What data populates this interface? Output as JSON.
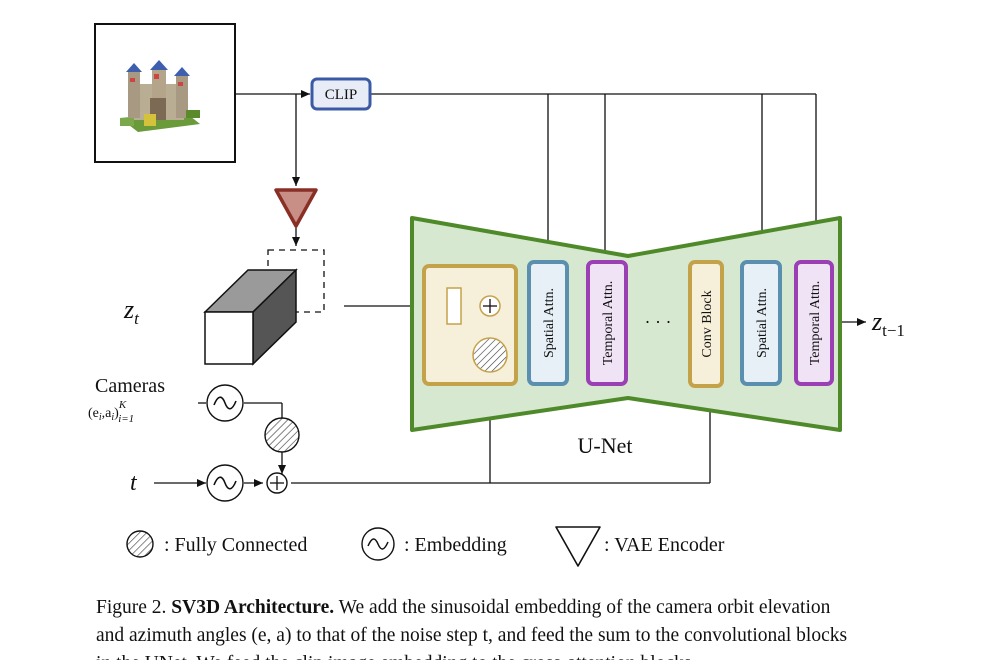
{
  "labels": {
    "clip": "CLIP",
    "z_t": "z",
    "z_t_sub": "t",
    "z_out": "z",
    "z_out_sub": "t−1",
    "cameras": "Cameras",
    "cameras_formula_main": "(e",
    "cameras_formula_i1": "i",
    "cameras_formula_mid": ",a",
    "cameras_formula_i2": "i",
    "cameras_formula_close": ")",
    "cameras_formula_sup": "K",
    "cameras_formula_sub": "i=1",
    "t": "t",
    "unet": "U-Net",
    "spatial_attn": "Spatial Attn.",
    "temporal_attn": "Temporal Attn.",
    "conv_block": "Conv Block",
    "ellipsis": "· · ·"
  },
  "legend": {
    "fully_connected": ": Fully Connected",
    "embedding": ": Embedding",
    "vae_encoder": ": VAE Encoder"
  },
  "caption": {
    "prefix": "Figure 2. ",
    "title": "SV3D Architecture.",
    "line1_rest": " We add the sinusoidal embedding of the camera orbit elevation",
    "line2": "and azimuth angles (e, a) to that of the noise step t, and feed the sum to the convolutional blocks",
    "line3": "in the UNet. We feed the clip image embedding to the cross-attention blocks"
  },
  "colors": {
    "unet_fill": "#d6e8cf",
    "unet_stroke": "#4f8a2a",
    "clip_stroke": "#3b5aa6",
    "spatial_stroke": "#5a8fb0",
    "temporal_stroke": "#9b3fb5",
    "conv_stroke": "#c4a24a",
    "vae_stroke": "#8a2f26",
    "vae_fill": "#c88f86"
  }
}
